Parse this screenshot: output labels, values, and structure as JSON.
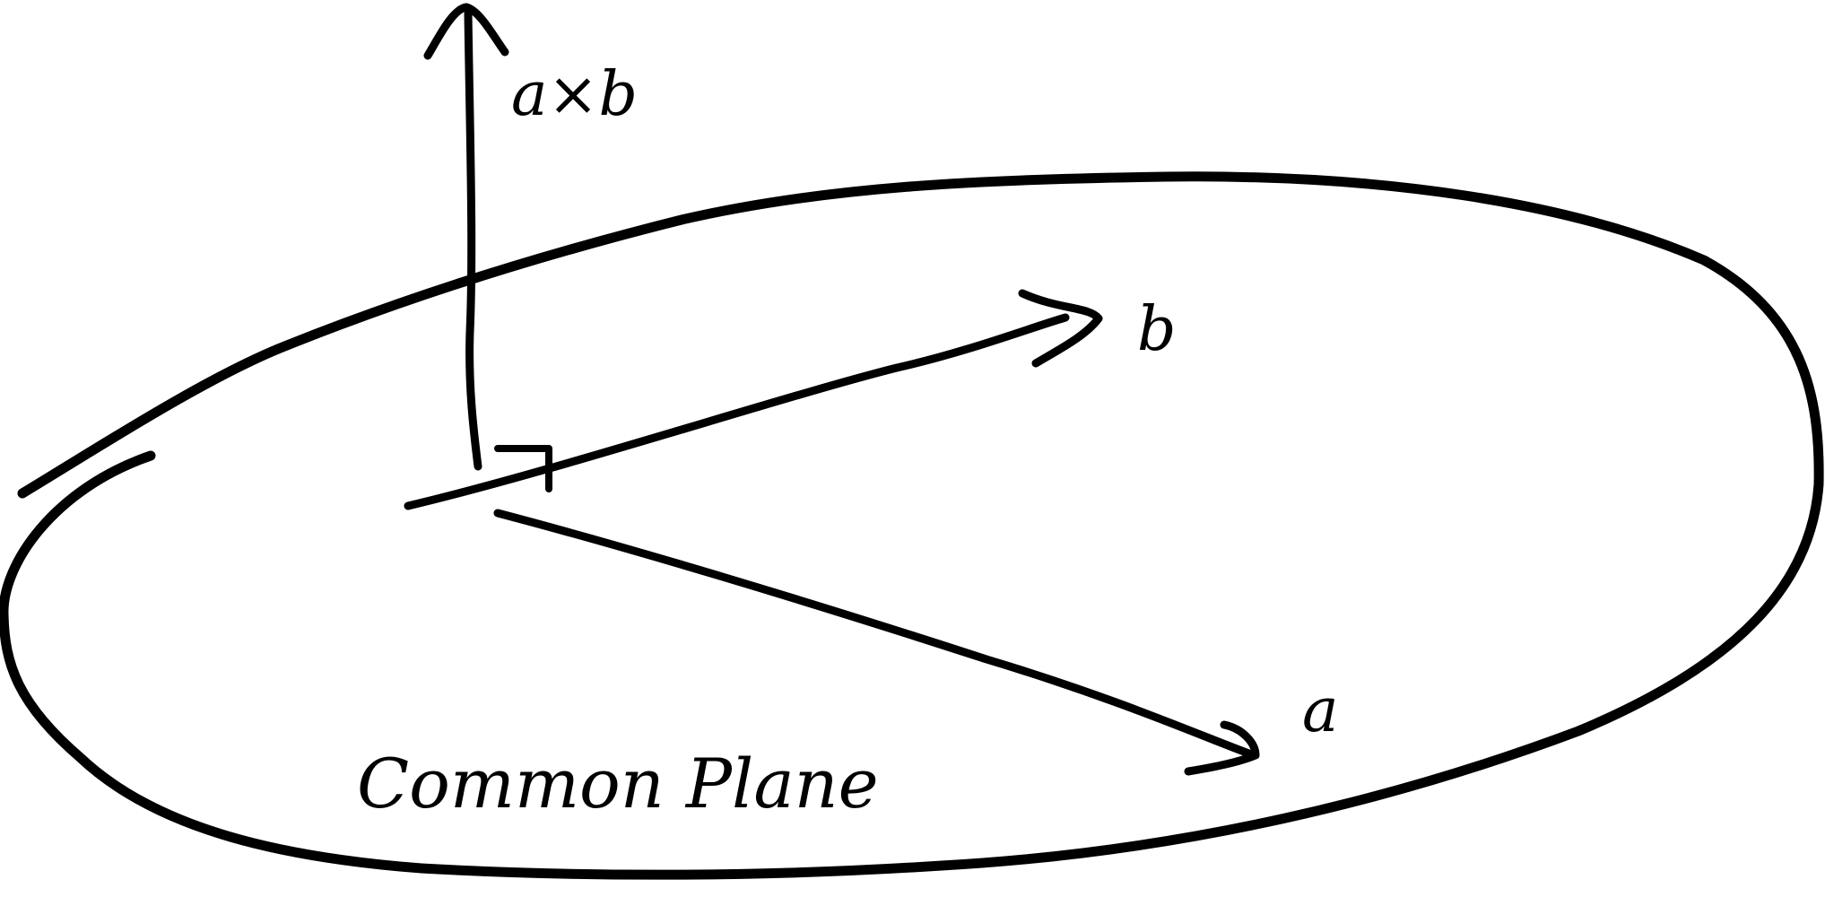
{
  "diagram": {
    "labels": {
      "cross_product": "a×b",
      "vector_b": "b",
      "vector_a": "a",
      "plane": "Common Plane"
    },
    "colors": {
      "ink": "#000000",
      "background": "#ffffff"
    }
  }
}
